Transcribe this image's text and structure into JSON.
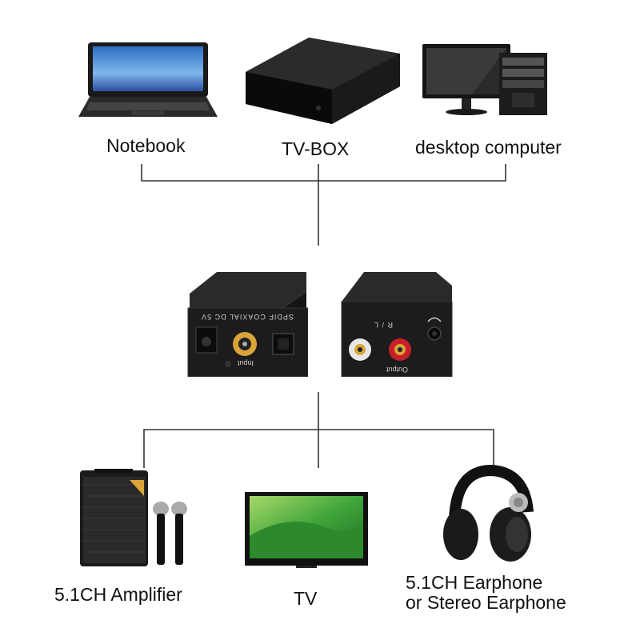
{
  "sources": {
    "notebook_label": "Notebook",
    "tvbox_label": "TV-BOX",
    "desktop_label": "desktop computer"
  },
  "converter": {
    "input_side": {
      "top_labels": "SPDIF  COAXIAL  DC 5V",
      "port_label": "Input"
    },
    "output_side": {
      "top_label": "R / L",
      "port_label": "Output"
    }
  },
  "outputs": {
    "amplifier_label": "5.1CH Amplifier",
    "tv_label": "TV",
    "earphone_label_line1": "5.1CH Earphone",
    "earphone_label_line2": "or Stereo Earphone"
  },
  "colors": {
    "line": "#333333",
    "device_dark": "#1c1c1c",
    "rca_red": "#c8202a",
    "rca_gold": "#d9a43a",
    "tv_green": "#3fa53a"
  }
}
